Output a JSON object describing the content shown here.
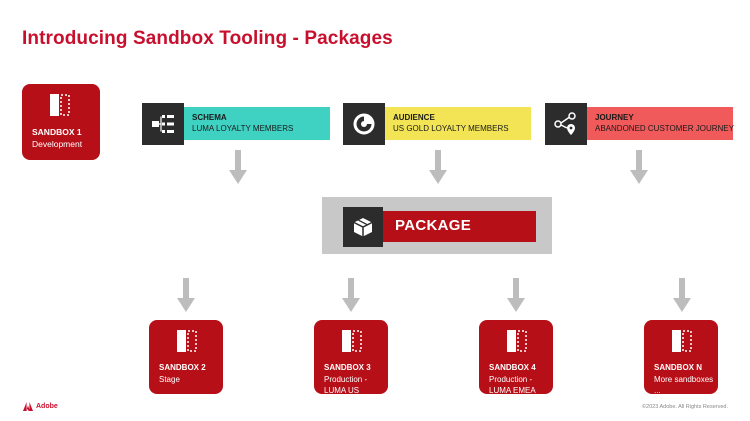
{
  "title": "Introducing Sandbox Tooling - Packages",
  "source_sandbox": {
    "name": "SANDBOX 1",
    "desc": "Development"
  },
  "items": [
    {
      "key": "SCHEMA",
      "value": "LUMA LOYALTY MEMBERS",
      "icon": "schema-icon",
      "color": "#3fd2c2"
    },
    {
      "key": "AUDIENCE",
      "value": "US GOLD LOYALTY MEMBERS",
      "icon": "audience-icon",
      "color": "#f2e455"
    },
    {
      "key": "JOURNEY",
      "value": "ABANDONED CUSTOMER JOURNEY",
      "icon": "journey-icon",
      "color": "#f05a5a"
    }
  ],
  "package": {
    "label": "PACKAGE",
    "icon": "package-icon"
  },
  "targets": [
    {
      "name": "SANDBOX 2",
      "desc": "Stage"
    },
    {
      "name": "SANDBOX 3",
      "desc": "Production - LUMA US"
    },
    {
      "name": "SANDBOX 4",
      "desc": "Production - LUMA EMEA"
    },
    {
      "name": "SANDBOX N",
      "desc": "More sandboxes ..."
    }
  ],
  "footer": {
    "brand": "Adobe",
    "copyright": "©2023 Adobe. All Rights Reserved."
  },
  "colors": {
    "accent": "#c8102e",
    "sandbox": "#b70f17",
    "icon_bg": "#2c2c2c",
    "arrow": "#bdbdbd"
  }
}
